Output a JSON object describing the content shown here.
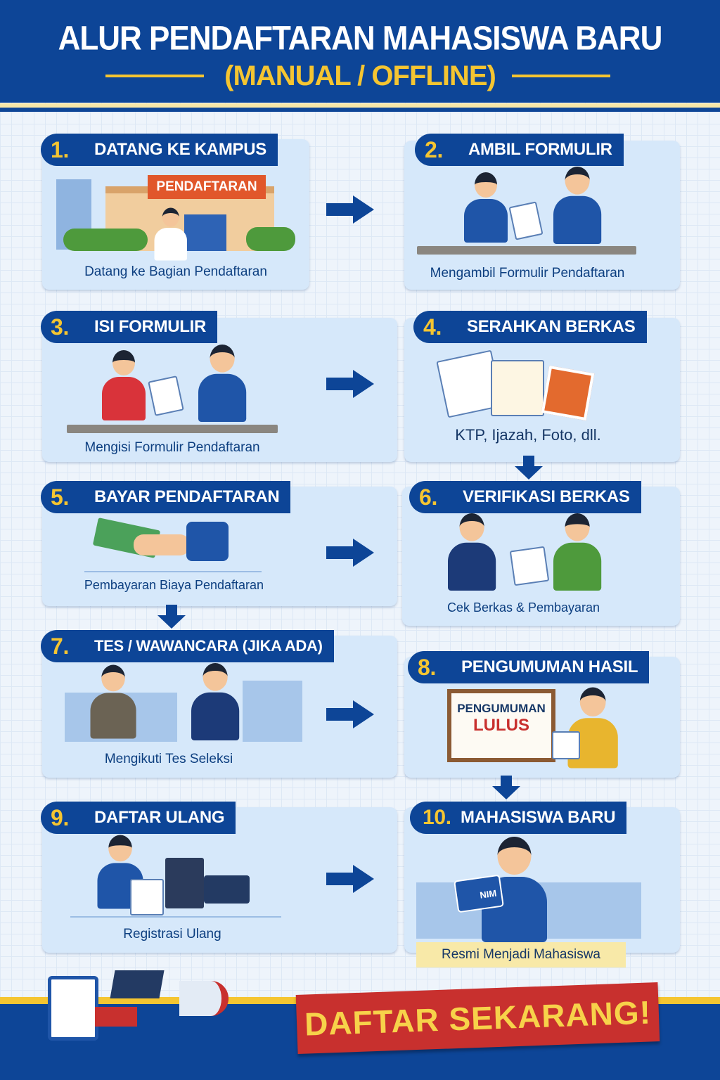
{
  "header": {
    "title": "ALUR PENDAFTARAN MAHASISWA BARU",
    "subtitle": "(MANUAL / OFFLINE)"
  },
  "steps": [
    {
      "num": "1.",
      "title": "DATANG KE KAMPUS",
      "caption": "Datang ke Bagian Pendaftaran",
      "sign": "PENDAFTARAN"
    },
    {
      "num": "2.",
      "title": "AMBIL FORMULIR",
      "caption": "Mengambil Formulir Pendaftaran"
    },
    {
      "num": "3.",
      "title": "ISI FORMULIR",
      "caption": "Mengisi Formulir Pendaftaran"
    },
    {
      "num": "4.",
      "title": "SERAHKAN BERKAS",
      "caption": "KTP, Ijazah, Foto, dll."
    },
    {
      "num": "5.",
      "title": "BAYAR PENDAFTARAN",
      "caption": "Pembayaran Biaya Pendaftaran"
    },
    {
      "num": "6.",
      "title": "VERIFIKASI BERKAS",
      "caption": "Cek Berkas & Pembayaran"
    },
    {
      "num": "7.",
      "title": "TES / WAWANCARA (JIKA ADA)",
      "caption": "Mengikuti Tes Seleksi"
    },
    {
      "num": "8.",
      "title": "PENGUMUMAN HASIL",
      "caption": "",
      "board_title": "PENGUMUMAN",
      "board_text": "LULUS"
    },
    {
      "num": "9.",
      "title": "DAFTAR ULANG",
      "caption": "Registrasi Ulang"
    },
    {
      "num": "10.",
      "title": "MAHASISWA BARU",
      "caption": "Resmi Menjadi Mahasiswa",
      "card_text": "NIM"
    }
  ],
  "footer": {
    "cta": "DAFTAR SEKARANG!"
  },
  "colors": {
    "primary": "#0d4597",
    "accent": "#f5c531",
    "cta": "#c8302e",
    "card": "#d6e8fa"
  }
}
